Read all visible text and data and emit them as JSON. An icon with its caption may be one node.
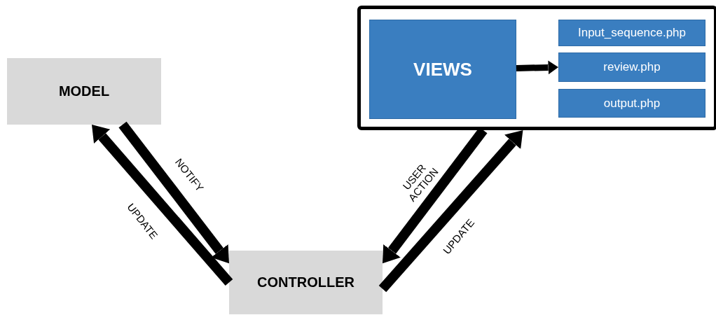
{
  "diagram": {
    "nodes": [
      {
        "text": [
          "MODEL"
        ]
      },
      {
        "text": [
          "CONTROLLER"
        ]
      },
      {
        "text": [],
        "shape": "box"
      },
      {
        "text": [
          "VIEWS"
        ],
        "in": 2
      },
      {
        "text": [
          "Input_sequence.php"
        ],
        "in": 2
      },
      {
        "text": [
          "review.php"
        ],
        "in": 2
      },
      {
        "text": [
          "output.php"
        ],
        "in": 2
      }
    ],
    "edges": [
      {
        "from": 0,
        "to": 1,
        "arrow": "to",
        "label": "NOTIFY"
      },
      {
        "from": 1,
        "to": 0,
        "arrow": "to",
        "label": "UPDATE"
      },
      {
        "from": 2,
        "to": 1,
        "arrow": "to",
        "label": "USER ACTION"
      },
      {
        "from": 1,
        "to": 2,
        "arrow": "to",
        "label": "UPDATE"
      },
      {
        "from": 3,
        "to": 5,
        "arrow": "to"
      }
    ]
  }
}
